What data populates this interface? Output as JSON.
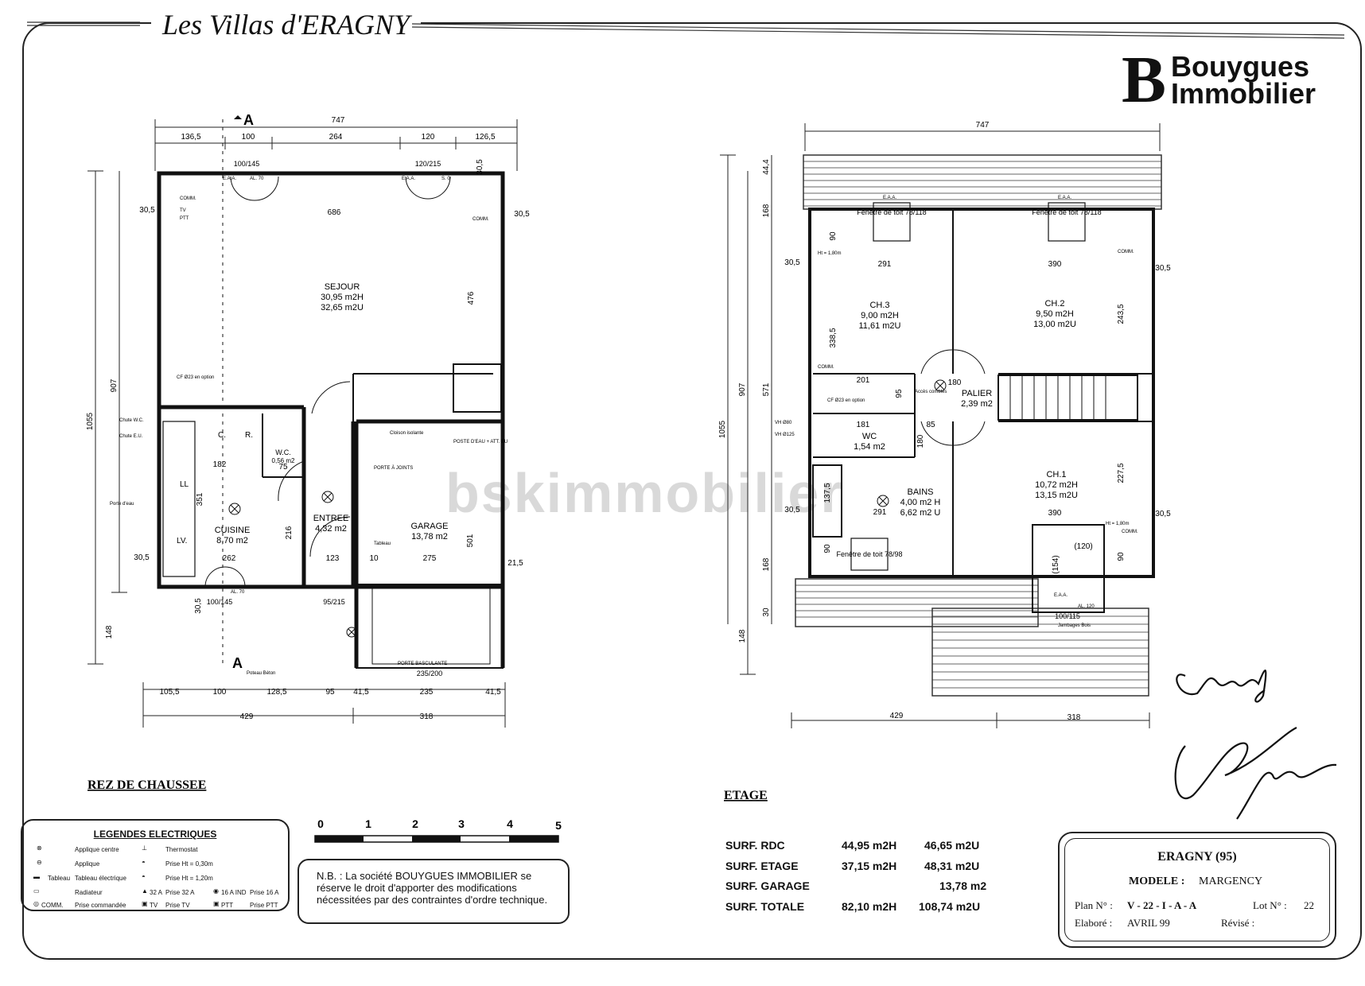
{
  "header": {
    "title": "Les Villas d'ERAGNY"
  },
  "brand": {
    "mark": "B",
    "line1": "Bouygues",
    "line2": "Immobilier"
  },
  "watermark": "bskimmobilier",
  "ground_floor": {
    "label": "REZ DE CHAUSSEE",
    "section_marker": "A",
    "dims_top": [
      "747",
      "136,5",
      "100",
      "264",
      "120",
      "126,5"
    ],
    "dims_bottom": [
      "105,5",
      "100",
      "128,5",
      "95",
      "41,5",
      "235",
      "41,5",
      "429",
      "318"
    ],
    "dims_side": [
      "1055",
      "907",
      "148"
    ],
    "dims_inner": [
      "686",
      "476",
      "30,5",
      "30,5",
      "30,5",
      "21,5",
      "182",
      "262",
      "216",
      "123",
      "275",
      "501",
      "351",
      "75",
      "10",
      "30,5",
      "30,5"
    ],
    "window_labels": [
      "100/145",
      "120/215",
      "100/145",
      "95/215",
      "235/200"
    ],
    "small_labels": [
      "E.A.A.",
      "AL. 70",
      "E.A.A.",
      "S. 0",
      "COMM.",
      "TV",
      "PTT",
      "COMM.",
      "CF Ø23 en option",
      "Chute W.C.",
      "Chute E.U.",
      "Porte d'eau",
      "Tableau",
      "Cloison isolante",
      "PORTE À JOINTS",
      "POSTE D'EAU + ATT. EU",
      "Poteau Béton",
      "PORTE BASCULANTE",
      "AL. 70",
      "C.",
      "R.",
      "LL",
      "LV."
    ],
    "rooms": [
      {
        "name": "SEJOUR",
        "area1": "30,95 m2H",
        "area2": "32,65 m2U"
      },
      {
        "name": "CUISINE",
        "area1": "8,70 m2",
        "area2": ""
      },
      {
        "name": "ENTREE",
        "area1": "4,32 m2",
        "area2": ""
      },
      {
        "name": "GARAGE",
        "area1": "13,78 m2",
        "area2": ""
      },
      {
        "name": "W.C.",
        "area1": "0,56 m2",
        "area2": ""
      }
    ]
  },
  "upper_floor": {
    "label": "ETAGE",
    "dims_top": [
      "747"
    ],
    "dims_bottom": [
      "429",
      "318"
    ],
    "dims_side": [
      "1055",
      "907",
      "148",
      "44,4",
      "168",
      "571",
      "168",
      "30"
    ],
    "dims_inner": [
      "30,5",
      "30,5",
      "291",
      "390",
      "90",
      "338,5",
      "243,5",
      "201",
      "180",
      "95",
      "85",
      "181",
      "137,5",
      "90",
      "291",
      "390",
      "227,5",
      "30,5",
      "30,5",
      "(154)",
      "(120)",
      "90",
      "180"
    ],
    "window_labels": [
      "Fenêtre de toit 78/118",
      "Fenêtre de toit 78/118",
      "Fenêtre de toit 78/98",
      "100/115"
    ],
    "small_labels": [
      "E.A.A.",
      "E.A.A.",
      "COMM.",
      "COMM.",
      "COMM.",
      "CF Ø23 en option",
      "VH Ø80",
      "VH Ø125",
      "Accès combles",
      "Ht = 1,80m",
      "Ht = 1,80m",
      "Jambages Bois",
      "AL. 120",
      "E.A.A."
    ],
    "rooms": [
      {
        "name": "CH.3",
        "area1": "9,00 m2H",
        "area2": "11,61 m2U"
      },
      {
        "name": "CH.2",
        "area1": "9,50 m2H",
        "area2": "13,00 m2U"
      },
      {
        "name": "PALIER",
        "area1": "2,39 m2",
        "area2": ""
      },
      {
        "name": "WC",
        "area1": "1,54 m2",
        "area2": ""
      },
      {
        "name": "BAINS",
        "area1": "4,00 m2 H",
        "area2": "6,62 m2 U"
      },
      {
        "name": "CH.1",
        "area1": "10,72 m2H",
        "area2": "13,15 m2U"
      }
    ]
  },
  "scale": {
    "ticks": [
      "0",
      "1",
      "2",
      "3",
      "4",
      "5"
    ]
  },
  "legend": {
    "title": "LEGENDES ELECTRIQUES",
    "items": [
      {
        "icon": "ceiling-light-icon",
        "label": "Applique centre"
      },
      {
        "icon": "thermostat-icon",
        "label": "Thermostat"
      },
      {
        "icon": "wall-light-icon",
        "label": "Applique"
      },
      {
        "icon": "socket-icon",
        "label": "Prise Ht = 0,30m"
      },
      {
        "icon": "panel-icon",
        "label": "Tableau électrique"
      },
      {
        "icon": "socket-raised-icon",
        "label": "Prise Ht = 1,20m"
      },
      {
        "icon": "radiator-icon",
        "label": "Radiateur"
      },
      {
        "icon": "socket-32a-icon",
        "label": "Prise 32 A"
      },
      {
        "icon": "socket-16a-icon",
        "label": "Prise 16 A"
      },
      {
        "icon": "switched-socket-icon",
        "label": "Prise commandée"
      },
      {
        "icon": "tv-socket-icon",
        "label": "Prise TV"
      },
      {
        "icon": "ptt-socket-icon",
        "label": "Prise PTT"
      }
    ],
    "symbol_labels": [
      "Tableau",
      "32 A",
      "16 A IND",
      "COMM.",
      "TV",
      "PTT"
    ]
  },
  "note": {
    "text": "N.B. : La société BOUYGUES IMMOBILIER se réserve le droit d'apporter des modifications nécessitées par des contraintes d'ordre technique."
  },
  "surfaces": [
    {
      "label": "SURF. RDC",
      "h": "44,95 m2H",
      "u": "46,65 m2U"
    },
    {
      "label": "SURF. ETAGE",
      "h": "37,15 m2H",
      "u": "48,31 m2U"
    },
    {
      "label": "SURF. GARAGE",
      "h": "",
      "u": "13,78 m2"
    },
    {
      "label": "SURF. TOTALE",
      "h": "82,10 m2H",
      "u": "108,74 m2U"
    }
  ],
  "info": {
    "city": "ERAGNY (95)",
    "model_label": "MODELE :",
    "model": "MARGENCY",
    "plan_label": "Plan N° :",
    "plan": "V - 22 - I - A - A",
    "lot_label": "Lot N° :",
    "lot": "22",
    "made_label": "Elaboré :",
    "made": "AVRIL 99",
    "revised_label": "Révisé :"
  }
}
